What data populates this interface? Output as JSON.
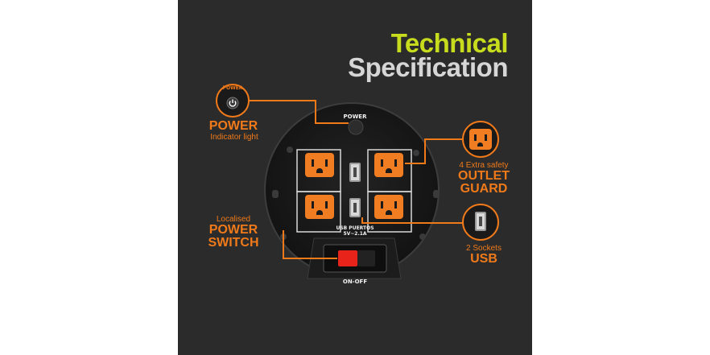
{
  "title": {
    "line1": "Technical",
    "line2": "Specification"
  },
  "device": {
    "power_label": "POWER",
    "usb_label_1": "USB PUERTOS",
    "usb_label_2": "5V~2.1A",
    "switch_label": "ON-OFF"
  },
  "power_callout": {
    "badge": "POWER",
    "heading": "POWER",
    "sub": "Indicator light"
  },
  "switch_callout": {
    "sub": "Localised",
    "heading1": "POWER",
    "heading2": "SWITCH"
  },
  "outlet_callout": {
    "sub": "4 Extra safety",
    "heading1": "OUTLET",
    "heading2": "GUARD"
  },
  "usb_callout": {
    "sub": "2 Sockets",
    "heading": "USB"
  },
  "colors": {
    "accent": "#f07a1a",
    "title_green": "#c8dc1e",
    "background": "#2b2b2b"
  },
  "icons": [
    "power-icon",
    "outlet-icon",
    "usb-icon",
    "rocker-switch"
  ]
}
